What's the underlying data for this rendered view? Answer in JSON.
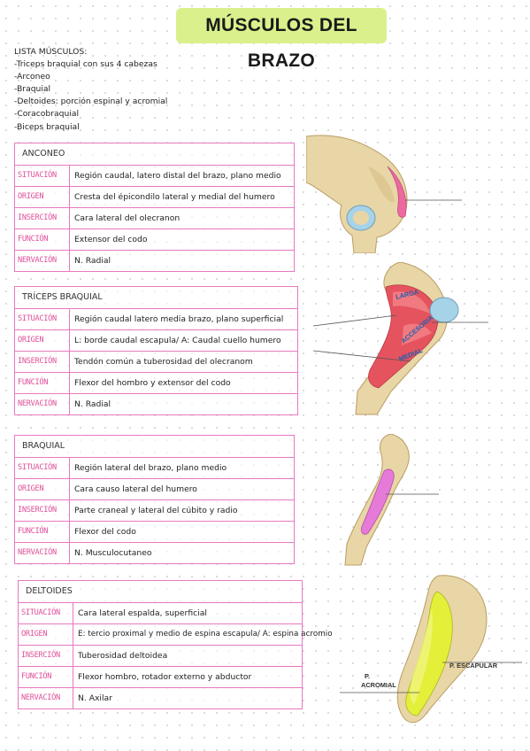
{
  "title": "MÚSCULOS DEL BRAZO",
  "muscle_list": {
    "heading": "LISTA MÚSCULOS:",
    "items": [
      "-Triceps braquial con sus 4 cabezas",
      "-Arconeo",
      "-Braquial",
      "-Deltoides: porción espinal y acromial",
      "-Coracobraquial",
      "-Biceps braquial"
    ]
  },
  "cards": [
    {
      "title": "ANCONEO",
      "rows": [
        {
          "label": "SITUACIÓN",
          "value": "Región caudal, latero distal del brazo, plano medio"
        },
        {
          "label": "ORIGEN",
          "value": "Cresta del épicondilo lateral y medial del humero"
        },
        {
          "label": "INSERCIÓN",
          "value": "Cara lateral del olecranon"
        },
        {
          "label": "FUNCIÓN",
          "value": "Extensor del codo"
        },
        {
          "label": "NERVACIÓN",
          "value": "N. Radial"
        }
      ]
    },
    {
      "title": "TRÍCEPS BRAQUIAL",
      "rows": [
        {
          "label": "SITUACIÓN",
          "value": "Región caudal latero media brazo, plano superficial"
        },
        {
          "label": "ORIGEN",
          "value": "L: borde caudal escapula/ A: Caudal cuello humero"
        },
        {
          "label": "INSERCIÓN",
          "value": "Tendón común a tuberosidad del olecranom"
        },
        {
          "label": "FUNCIÓN",
          "value": "Flexor del hombro y extensor del codo"
        },
        {
          "label": "NERVACIÓN",
          "value": "N. Radial"
        }
      ]
    },
    {
      "title": "BRAQUIAL",
      "rows": [
        {
          "label": "SITUACIÓN",
          "value": "Región lateral del brazo, plano medio"
        },
        {
          "label": "ORIGEN",
          "value": "Cara causo lateral del humero"
        },
        {
          "label": "INSERCIÓN",
          "value": "Parte craneal y lateral del cúbito y radio"
        },
        {
          "label": "FUNCIÓN",
          "value": "Flexor del codo"
        },
        {
          "label": "NERVACIÓN",
          "value": "N. Musculocutaneo"
        }
      ]
    },
    {
      "title": "DELTOIDES",
      "rows": [
        {
          "label": "SITUACIÓN",
          "value": "Cara lateral espalda, superficial"
        },
        {
          "label": "ORIGEN",
          "value": "E: tercio proximal y medio de espina escapula/ A: espina acromio"
        },
        {
          "label": "INSERCIÓN",
          "value": "Tuberosidad deltoidea"
        },
        {
          "label": "FUNCIÓN",
          "value": "Flexor hombro, rotador externo y abductor"
        },
        {
          "label": "NERVACIÓN",
          "value": "N. Axilar"
        }
      ]
    }
  ],
  "triceps_labels": {
    "larga": "LARGA",
    "accesoria": "ACCESORIA",
    "medial": "MEDIAL"
  },
  "deltoid_labels": {
    "escapular": "P. ESCAPULAR",
    "acromial_1": "P.",
    "acromial_2": "ACROMIAL"
  },
  "colors": {
    "pink": "#e879c0",
    "label_pink": "#e0509a",
    "title_bg": "#d9f08c"
  }
}
